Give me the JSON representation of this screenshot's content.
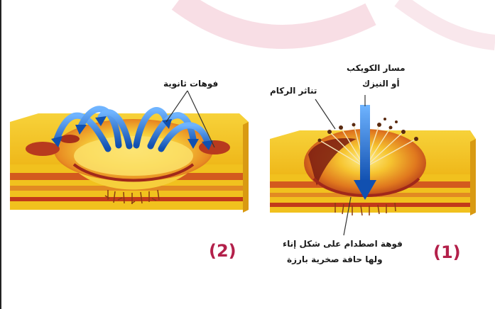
{
  "figure_1": {
    "number": "(1)",
    "label_path_line1": "مسار الكويكب",
    "label_path_line2": "أو النيزك",
    "label_debris": "تناثر الركام",
    "label_crater_line1": "فوهة اصطدام على شكل إناء",
    "label_crater_line2": "ولها حافة صخرية بارزة"
  },
  "figure_2": {
    "number": "(2)",
    "label_secondary": "فوهات ثانوية"
  },
  "colors": {
    "accent_number": "#b3204a",
    "ejecta_arrow": "#1f6fc4",
    "ground_yellow": "#f2c21c",
    "crater_red": "#c2361c",
    "watermark_pink": "#e8a0b0"
  },
  "icons": {
    "impact_arrow": "down-arrow-icon",
    "ejecta": "curved-arrow-icon"
  }
}
